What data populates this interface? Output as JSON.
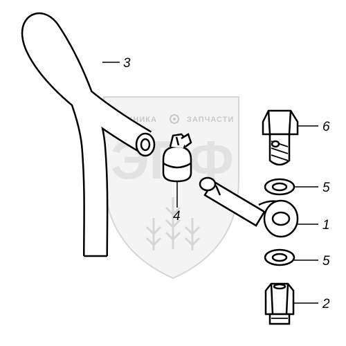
{
  "watermark": {
    "line_left": "ТЕХНИКА",
    "line_right": "ЗАПЧАСТИ",
    "big_text": "ЭПФ"
  },
  "parts": [
    {
      "number": "1",
      "icon": "banjo-fitting-icon"
    },
    {
      "number": "2",
      "icon": "adapter-nut-icon"
    },
    {
      "number": "3",
      "icon": "hose-icon"
    },
    {
      "number": "4",
      "icon": "hose-clamp-icon"
    },
    {
      "number": "5",
      "icon": "sealing-washer-icon"
    },
    {
      "number": "5",
      "icon": "sealing-washer-icon"
    },
    {
      "number": "6",
      "icon": "banjo-bolt-icon"
    }
  ],
  "colors": {
    "line": "#000000",
    "part_fill": "#ffffff",
    "watermark": "#d9d9d9"
  }
}
